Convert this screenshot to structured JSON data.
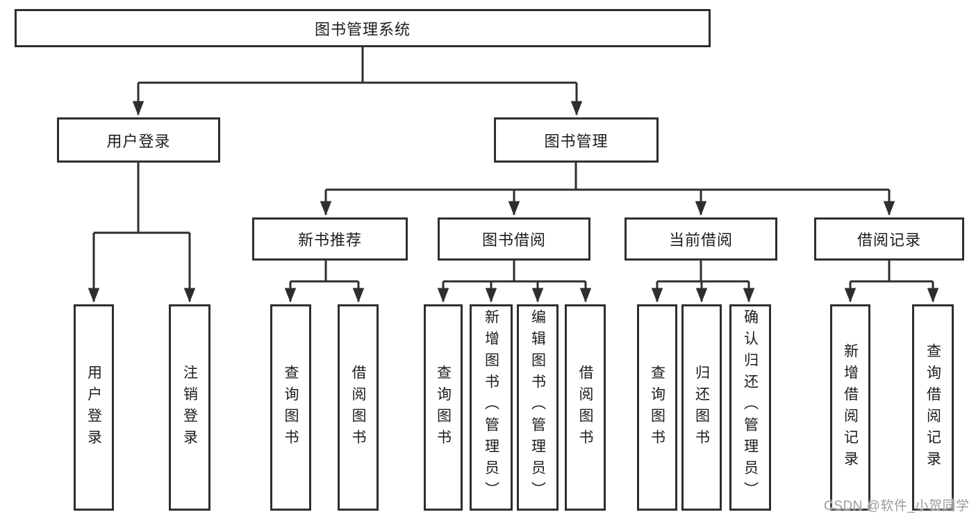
{
  "root": {
    "label": "图书管理系统"
  },
  "level2": [
    {
      "label": "用户登录"
    },
    {
      "label": "图书管理"
    }
  ],
  "level3": [
    {
      "label": "新书推荐",
      "parent": "图书管理"
    },
    {
      "label": "图书借阅",
      "parent": "图书管理"
    },
    {
      "label": "当前借阅",
      "parent": "图书管理"
    },
    {
      "label": "借阅记录",
      "parent": "图书管理"
    }
  ],
  "leaves": [
    {
      "label": "用户登录",
      "parent": "用户登录"
    },
    {
      "label": "注销登录",
      "parent": "用户登录"
    },
    {
      "label": "查询图书",
      "parent": "新书推荐"
    },
    {
      "label": "借阅图书",
      "parent": "新书推荐"
    },
    {
      "label": "查询图书",
      "parent": "图书借阅"
    },
    {
      "label": "新增图书（管理员）",
      "parent": "图书借阅"
    },
    {
      "label": "编辑图书（管理员）",
      "parent": "图书借阅"
    },
    {
      "label": "借阅图书",
      "parent": "图书借阅"
    },
    {
      "label": "查询图书",
      "parent": "当前借阅"
    },
    {
      "label": "归还图书",
      "parent": "当前借阅"
    },
    {
      "label": "确认归还（管理员）",
      "parent": "当前借阅"
    },
    {
      "label": "新增借阅记录",
      "parent": "借阅记录"
    },
    {
      "label": "查询借阅记录",
      "parent": "借阅记录"
    }
  ],
  "watermark": "CSDN @软件_小贺同学",
  "colors": {
    "line": "#2e2e2e",
    "text": "#1c1c1c",
    "watermark": "#9b9b9b",
    "background": "#ffffff"
  }
}
